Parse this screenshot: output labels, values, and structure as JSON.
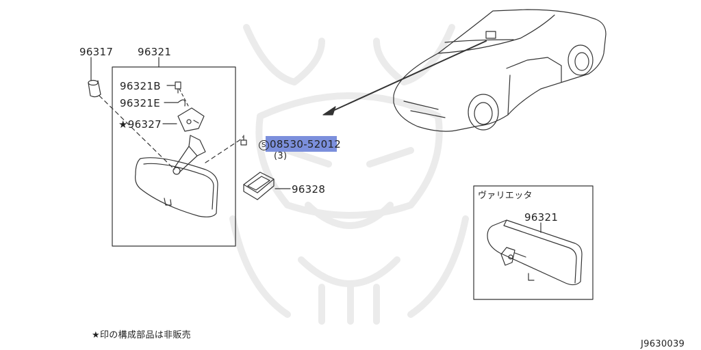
{
  "labels": {
    "p96317": "96317",
    "p96321": "96321",
    "p96321b": "96321B",
    "p96321e": "96321E",
    "p96327": "96327",
    "star": "★",
    "bolt_circle": "S",
    "p08530": "08530-52012",
    "qty": "(3)",
    "p96328": "96328",
    "variant_title": "ヴァリエッタ",
    "variant_part": "96321"
  },
  "footnote": "★印の構成部品は非販売",
  "diagram_id": "J9630039",
  "colors": {
    "highlight": "#7b8fdc",
    "line": "#333333",
    "watermark": "#ececec"
  }
}
